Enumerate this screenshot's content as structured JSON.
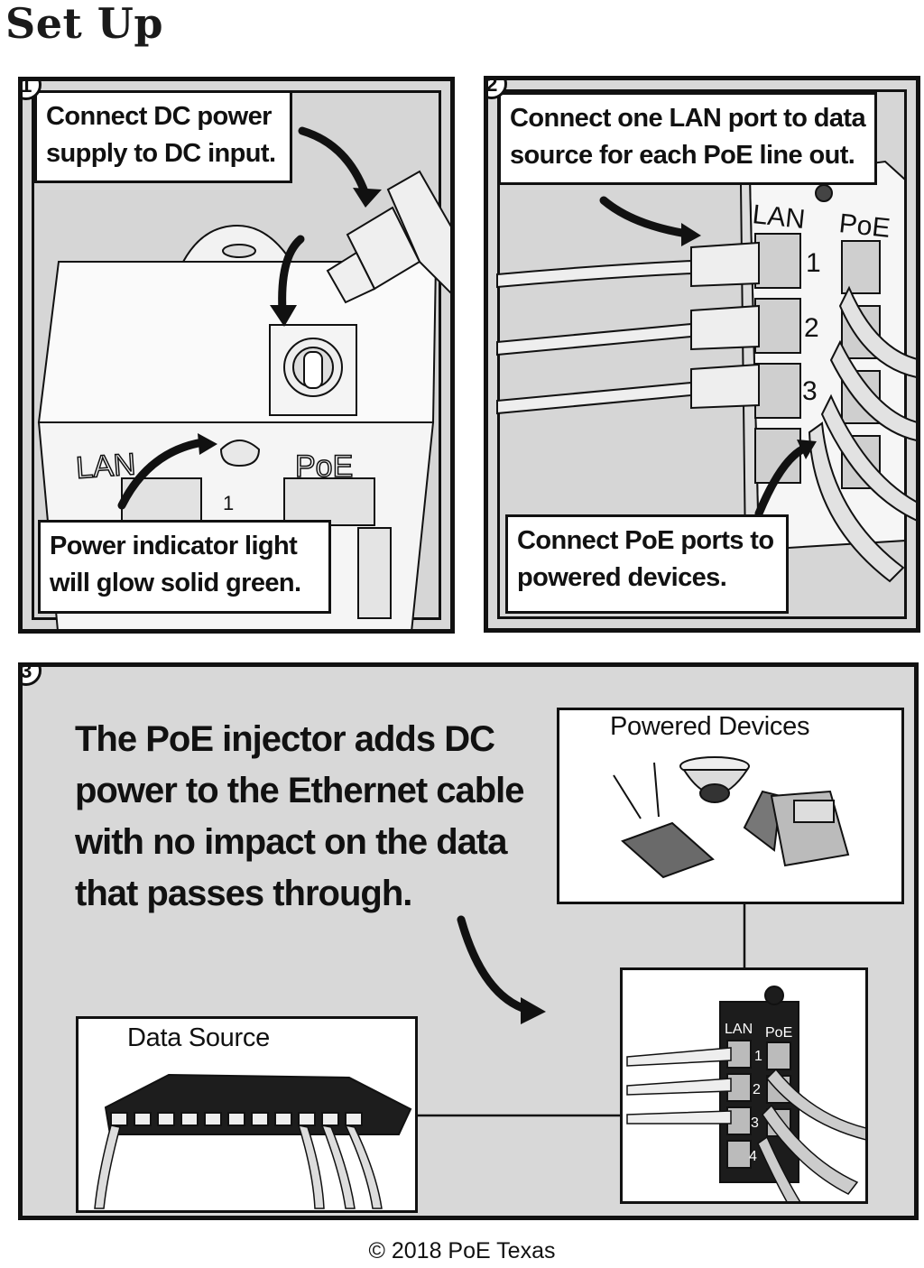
{
  "page_title": "Set Up",
  "steps": [
    {
      "number": "1",
      "callouts": [
        {
          "lines": [
            "Connect DC power",
            "supply to DC input."
          ]
        },
        {
          "lines": [
            "Power indicator light",
            "will glow solid green."
          ]
        }
      ],
      "device_labels": {
        "lan": "LAN",
        "poe": "PoE",
        "port": "1"
      }
    },
    {
      "number": "2",
      "callouts": [
        {
          "lines": [
            "Connect one LAN port to data",
            "source for each PoE line out."
          ]
        },
        {
          "lines": [
            "Connect PoE ports to",
            "powered  devices."
          ]
        }
      ],
      "device_labels": {
        "lan": "LAN",
        "poe": "PoE",
        "ports": [
          "1",
          "2",
          "3"
        ]
      }
    },
    {
      "number": "3",
      "description_lines": [
        "The PoE injector adds DC",
        "power to the Ethernet cable",
        "with no impact on the data",
        "that passes through."
      ],
      "powered_devices_label": "Powered Devices",
      "data_source_label": "Data Source",
      "injector_labels": {
        "lan": "LAN",
        "poe": "PoE",
        "ports": [
          "1",
          "2",
          "3",
          "4"
        ]
      }
    }
  ],
  "copyright": "© 2018 PoE Texas"
}
